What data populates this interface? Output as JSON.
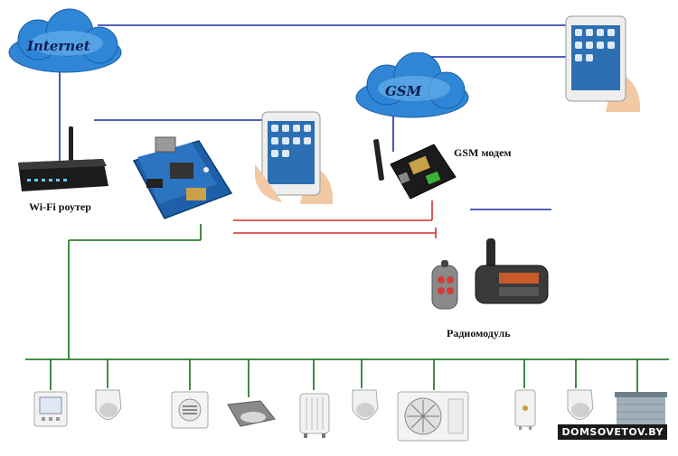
{
  "labels": {
    "internet": "Internet",
    "gsm": "GSM",
    "wifi_router": "Wi-Fi роутер",
    "gsm_modem": "GSM модем",
    "radio_module": "Радиомодуль"
  },
  "watermark": "DOMSOVETOV.BY",
  "devices": [
    {
      "name": "thermostat-icon"
    },
    {
      "name": "motion-sensor-icon"
    },
    {
      "name": "exhaust-fan-icon"
    },
    {
      "name": "street-lamp-icon"
    },
    {
      "name": "oil-heater-icon"
    },
    {
      "name": "motion-sensor-icon"
    },
    {
      "name": "air-conditioner-icon"
    },
    {
      "name": "water-heater-icon"
    },
    {
      "name": "motion-sensor-icon"
    },
    {
      "name": "roller-blind-icon"
    }
  ],
  "colors": {
    "internet_link": "#1a2aa8",
    "power_line": "#2e7d32",
    "radio_link": "#d32f2f",
    "cloud": "#2f86d6"
  }
}
